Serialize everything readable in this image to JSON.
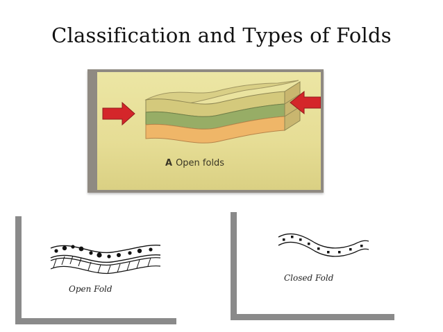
{
  "title": "Classification and Types of Folds",
  "photo": {
    "caption_letter": "A",
    "caption_text": "Open folds"
  },
  "diagrams": {
    "open_fold_label": "Open Fold",
    "closed_fold_label": "Closed Fold"
  },
  "colors": {
    "arrow": "#d4262a",
    "layer_top": "#d8cf85",
    "layer_mid": "#98ae67",
    "layer_bottom": "#f0b86a",
    "frame_shadow": "#8a8a8a"
  }
}
